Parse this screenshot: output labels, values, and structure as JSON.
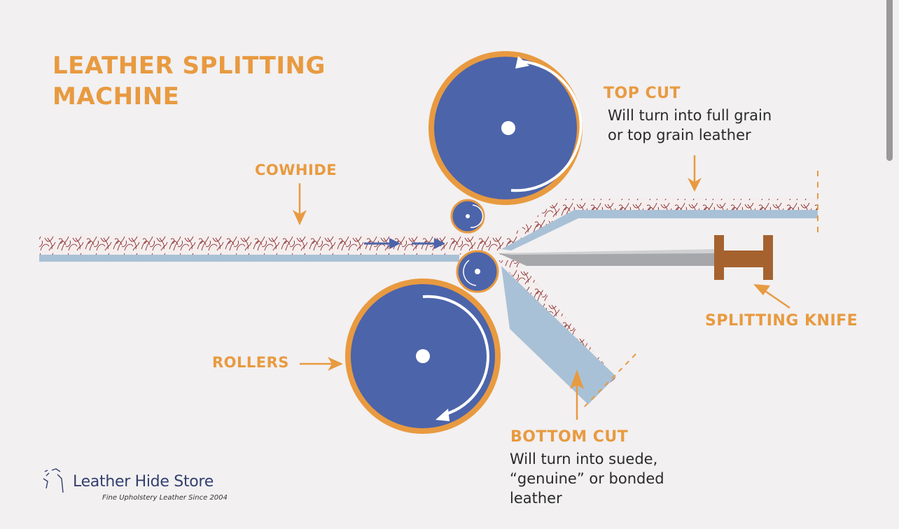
{
  "title_line1": "LEATHER SPLITTING",
  "title_line2": "MACHINE",
  "labels": {
    "top_cut": "TOP CUT",
    "top_cut_desc_1": "Will turn into full grain",
    "top_cut_desc_2": "or top grain leather",
    "cowhide": "COWHIDE",
    "rollers": "ROLLERS",
    "splitting_knife": "SPLITTING KNIFE",
    "bottom_cut": "BOTTOM CUT",
    "bottom_cut_desc_1": "Will turn into suede,",
    "bottom_cut_desc_2": "“genuine” or bonded",
    "bottom_cut_desc_3": "leather"
  },
  "logo": {
    "name": "Leather Hide Store",
    "tagline": "Fine Upholstery Leather Since 2004"
  },
  "colors": {
    "background": "#f2f0f1",
    "accent_orange": "#e89a40",
    "roller_blue": "#4c64aa",
    "leather_base": "#a9c1d6",
    "fiber": "#8b2a2a",
    "knife_blade": "#a6a7aa",
    "knife_handle": "#a5622f"
  }
}
